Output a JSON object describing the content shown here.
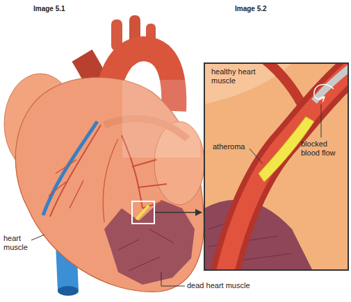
{
  "diagram": {
    "labels": [
      "Image 5.1",
      "Image 5.2",
      "healthy heart muscle",
      "atheroma",
      "blocked blood flow",
      "heart muscle",
      "dead heart muscle"
    ]
  }
}
